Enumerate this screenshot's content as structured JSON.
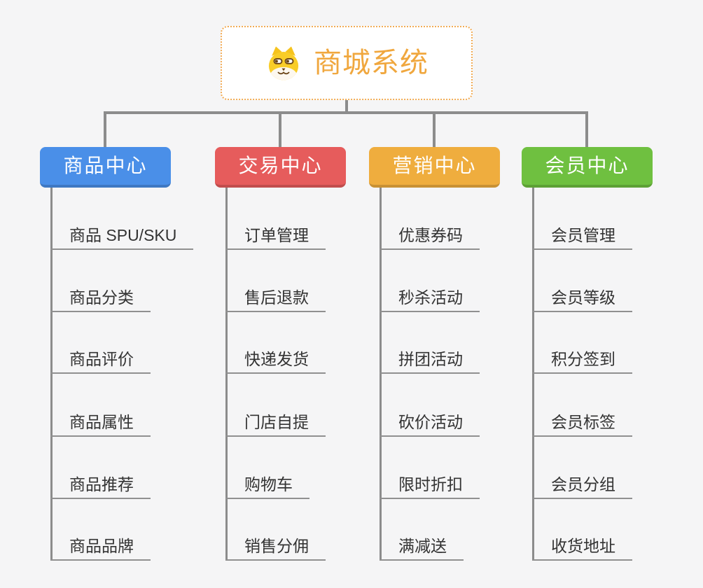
{
  "root": {
    "title": "商城系统",
    "icon": "shiba-dog-face-icon",
    "title_color": "#F0A73E",
    "border_color": "#F2AC55"
  },
  "colors": {
    "connector_line": "#8C8C8C",
    "item_underline": "#909090",
    "item_text": "#333333",
    "background": "#F5F5F6"
  },
  "branches": [
    {
      "id": "product-center",
      "label": "商品中心",
      "color": "#4A8FE8",
      "items": [
        "商品 SPU/SKU",
        "商品分类",
        "商品评价",
        "商品属性",
        "商品推荐",
        "商品品牌"
      ]
    },
    {
      "id": "trade-center",
      "label": "交易中心",
      "color": "#E65C5C",
      "items": [
        "订单管理",
        "售后退款",
        "快递发货",
        "门店自提",
        "购物车",
        "销售分佣"
      ]
    },
    {
      "id": "marketing-center",
      "label": "营销中心",
      "color": "#EFAD3E",
      "items": [
        "优惠券码",
        "秒杀活动",
        "拼团活动",
        "砍价活动",
        "限时折扣",
        "满减送"
      ]
    },
    {
      "id": "member-center",
      "label": "会员中心",
      "color": "#6FC040",
      "items": [
        "会员管理",
        "会员等级",
        "积分签到",
        "会员标签",
        "会员分组",
        "收货地址"
      ]
    }
  ]
}
